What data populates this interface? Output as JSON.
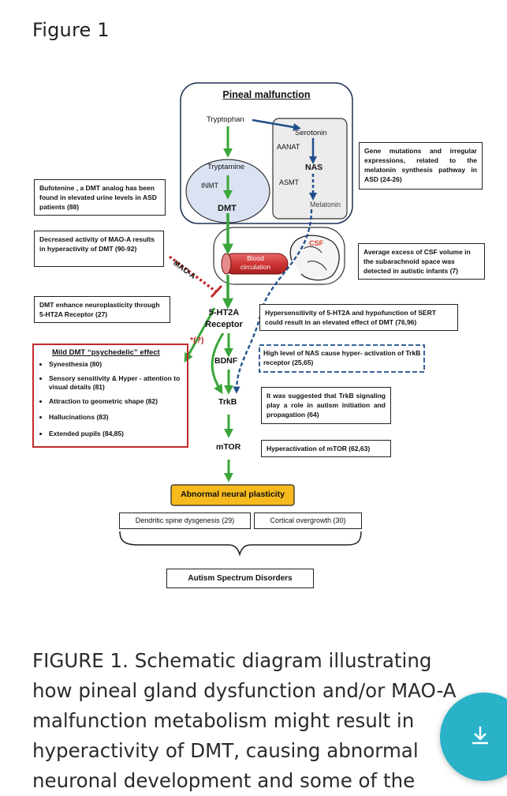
{
  "page": {
    "heading": "Figure 1",
    "caption": "FIGURE 1. Schematic diagram illustrating how pineal gland dysfunction and/or MAO-A malfunction metabolism might result in hyperactivity of DMT, causing abnormal neuronal development and some of the"
  },
  "diagram": {
    "pineal_title": "Pineal malfunction",
    "tryptophan": "Tryptophan",
    "serotonin": "Serotonin",
    "aanat": "AANAT",
    "nas": "NAS",
    "asmt": "ASMT",
    "melatonin": "Melatonin",
    "tryptamine": "Tryptamine",
    "inmt": "INMT",
    "dmt": "DMT",
    "csf": "CSF",
    "blood_circulation": "Blood circulation",
    "mao_a": "MAO-A",
    "ht2a_receptor": "5-HT2A Receptor",
    "question": "*(?)",
    "bdnf": "BDNF",
    "trkb": "TrkB",
    "mtor": "mTOR",
    "abnormal_plasticity": "Abnormal neural plasticity",
    "dendritic": "Dendritic spine dysgenesis (29)",
    "cortical": "Cortical overgrowth (30)",
    "asd": "Autism Spectrum Disorders",
    "gene_mutations": "Gene mutations and irregular expressions, related to the melatonin synthesis pathway in ASD (24-26)",
    "bufotenine": "Bufotenine , a DMT analog has been found in elevated urine levels in ASD patients (88)",
    "decreased_mao": "Decreased activity of MAO-A results in hyperactivity of DMT (90-92)",
    "csf_excess": "Average excess of CSF volume in the subarachnoid space was detected in autistic infants (7)",
    "dmt_enhance": "DMT enhance neuroplasticity through 5-HT2A Receptor (27)",
    "hypersensitivity": "Hypersensitivity of 5-HT2A and hypofunction of SERT could result in an elevated effect of DMT (76,96)",
    "nas_level": "High level of NAS cause hyper- activation of TrkB receptor (25,65)",
    "trkb_signaling": "It was suggested that TrkB signaling play a role in autism initiation and propagation (64)",
    "mtor_hyper": "Hyperactivation of mTOR (62,63)",
    "effects_title": "Mild DMT “psychedelic” effect",
    "effects": [
      "Synesthesia (80)",
      "Sensory sensitivity & Hyper - attention to visual details (81)",
      "Attraction to geometric shape (82)",
      "Hallucinations (83)",
      "Extended pupils (84,85)"
    ]
  },
  "download": {
    "icon": "download-icon"
  },
  "colors": {
    "green": "#3aa53a",
    "blue": "#1f4e8c",
    "red": "#c0292b",
    "teal": "#2ab2c9",
    "orange": "#f6b91e"
  }
}
